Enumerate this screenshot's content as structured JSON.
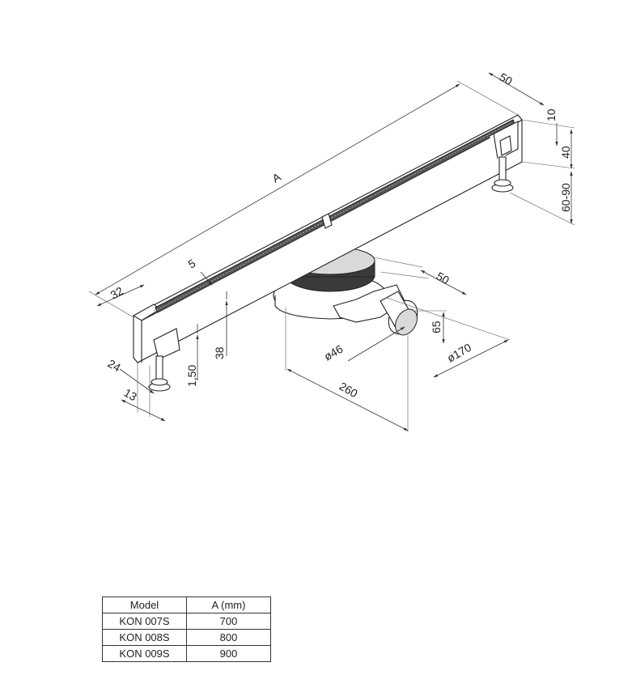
{
  "dimensions": {
    "a": "A",
    "d50_top": "50",
    "d10": "10",
    "d40": "40",
    "d60_90": "60-90",
    "d32": "32",
    "d5": "5",
    "d38": "38",
    "d1_50": "1,50",
    "d24": "24",
    "d13": "13",
    "d50_outlet": "50",
    "d65": "65",
    "d46": "ø46",
    "d170": "ø170",
    "d260": "260"
  },
  "table": {
    "headers": [
      "Model",
      "A (mm)"
    ],
    "rows": [
      {
        "model": "KON 007S",
        "a": "700"
      },
      {
        "model": "KON 008S",
        "a": "800"
      },
      {
        "model": "KON 009S",
        "a": "900"
      }
    ]
  }
}
